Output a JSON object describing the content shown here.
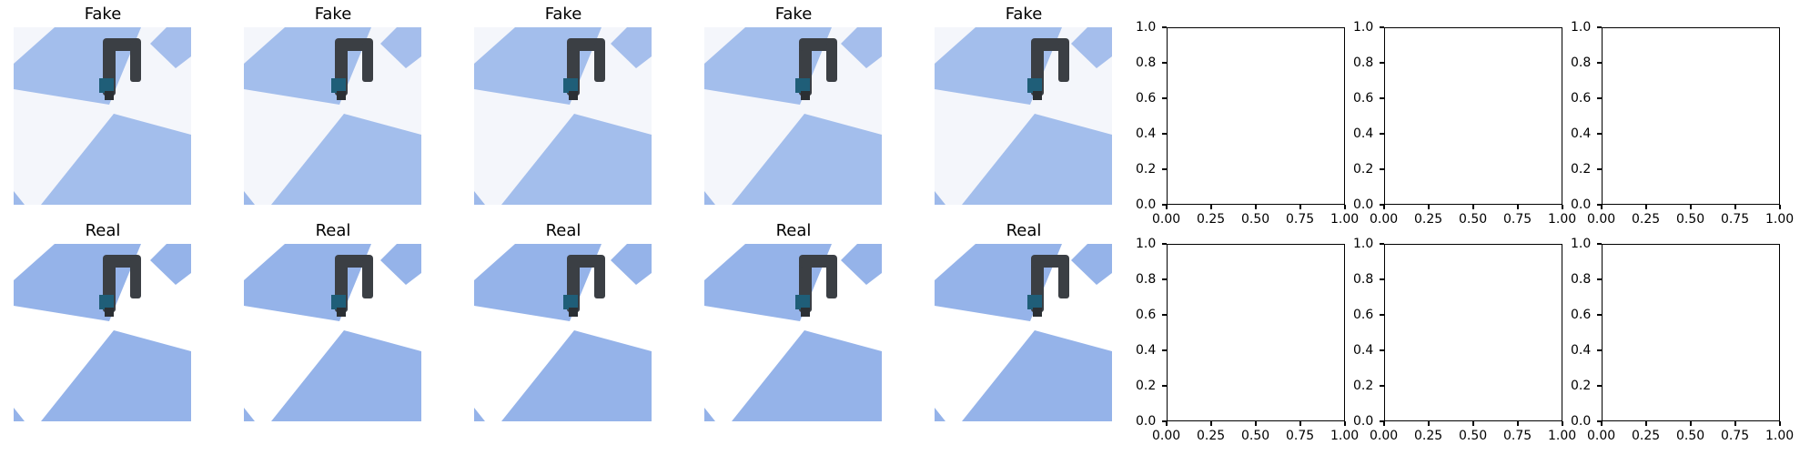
{
  "figure": {
    "image_panels": [
      {
        "row": "top",
        "title": "Fake"
      },
      {
        "row": "top",
        "title": "Fake"
      },
      {
        "row": "top",
        "title": "Fake"
      },
      {
        "row": "top",
        "title": "Fake"
      },
      {
        "row": "top",
        "title": "Fake"
      },
      {
        "row": "bottom",
        "title": "Real"
      },
      {
        "row": "bottom",
        "title": "Real"
      },
      {
        "row": "bottom",
        "title": "Real"
      },
      {
        "row": "bottom",
        "title": "Real"
      },
      {
        "row": "bottom",
        "title": "Real"
      }
    ],
    "colors": {
      "floor_blue": "#95b3e9",
      "floor_white": "#ffffff",
      "robot_dark": "#3b3f44",
      "robot_accent": "#1f5e78",
      "axis": "#000000"
    }
  },
  "chart_data": {
    "type": "image_grid",
    "rows": 2,
    "image_columns": 5,
    "empty_axes_columns": 3,
    "empty_axes": {
      "count": 6,
      "xlim": [
        0,
        1
      ],
      "ylim": [
        0,
        1
      ],
      "xticks": [
        "0.00",
        "0.25",
        "0.50",
        "0.75",
        "1.00"
      ],
      "yticks": [
        "0.0",
        "0.2",
        "0.4",
        "0.6",
        "0.8",
        "1.0"
      ]
    }
  }
}
